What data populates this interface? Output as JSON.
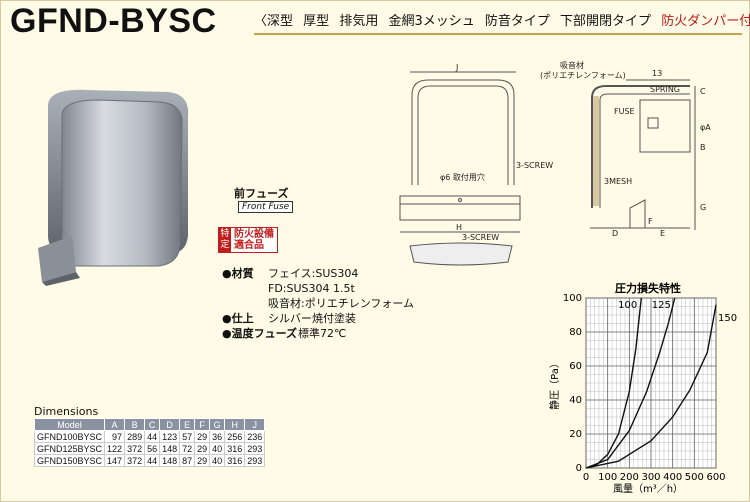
{
  "title": "GFND-BYSC",
  "features": [
    "〈深型",
    "厚型",
    "排気用",
    "金網3メッシュ",
    "防音タイプ",
    "下部開閉タイプ"
  ],
  "feature_highlight": "防火ダンパー付〉",
  "colors": {
    "accent_red": "#c21c1c",
    "underline_gold": "#c4a24a",
    "table_header": "#8a92a2"
  },
  "badges": {
    "front_fuse_jp": "前フューズ",
    "front_fuse_en": "Front Fuse",
    "fire_vertical": "特定",
    "fire_text_1": "防火設備",
    "fire_text_2": "適合品"
  },
  "spec": {
    "material_label": "●材質",
    "material_face": "フェイス:SUS304",
    "material_fd": "FD:SUS304 1.5t",
    "material_absorb": "吸音材:ポリエチレンフォーム",
    "finish_label": "●仕上",
    "finish_value": "シルバー焼付塗装",
    "fuse_label": "●温度フューズ",
    "fuse_value": "標準72℃"
  },
  "drawing": {
    "label_J": "J",
    "label_H": "H",
    "hole_label": "φ6 取付用穴",
    "screw_1": "3-SCREW",
    "screw_2": "3-SCREW",
    "absorb_label_1": "吸音材",
    "absorb_label_2": "(ポリエチレンフォーム)",
    "dim_13": "13",
    "spring": "SPRING",
    "fuse": "FUSE",
    "mesh": "3MESH",
    "C": "C",
    "A": "φA",
    "B": "B",
    "G": "G",
    "F": "F",
    "D": "D",
    "E": "E"
  },
  "dimensions": {
    "title": "Dimensions",
    "headers": [
      "Model",
      "A",
      "B",
      "C",
      "D",
      "E",
      "F",
      "G",
      "H",
      "J"
    ],
    "rows": [
      [
        "GFND100BYSC",
        "97",
        "289",
        "44",
        "123",
        "57",
        "29",
        "36",
        "256",
        "236"
      ],
      [
        "GFND125BYSC",
        "122",
        "372",
        "56",
        "148",
        "72",
        "29",
        "40",
        "316",
        "293"
      ],
      [
        "GFND150BYSC",
        "147",
        "372",
        "44",
        "148",
        "87",
        "29",
        "40",
        "316",
        "293"
      ]
    ]
  },
  "chart_data": {
    "type": "line",
    "title": "圧力損失特性",
    "xlabel": "風量（m³／h）",
    "ylabel": "静圧（Pa）",
    "xlim": [
      0,
      600
    ],
    "ylim": [
      0,
      100
    ],
    "xticks": [
      0,
      100,
      200,
      300,
      400,
      500,
      600
    ],
    "yticks": [
      0,
      20,
      40,
      60,
      80,
      100
    ],
    "grid": true,
    "series": [
      {
        "name": "100",
        "x": [
          0,
          50,
          100,
          150,
          200,
          230,
          255
        ],
        "y": [
          0,
          2,
          8,
          20,
          45,
          70,
          100
        ]
      },
      {
        "name": "125",
        "x": [
          0,
          100,
          200,
          280,
          340,
          380,
          410
        ],
        "y": [
          0,
          5,
          22,
          45,
          68,
          85,
          100
        ]
      },
      {
        "name": "150",
        "x": [
          0,
          150,
          300,
          400,
          480,
          560,
          620
        ],
        "y": [
          0,
          4,
          16,
          30,
          46,
          68,
          96
        ]
      }
    ]
  }
}
